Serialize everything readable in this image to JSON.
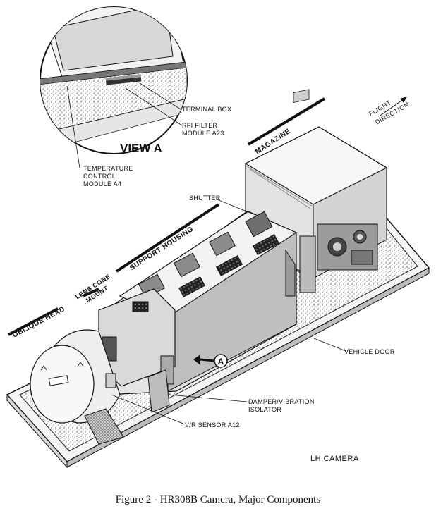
{
  "figure": {
    "caption": "Figure 2 - HR308B Camera, Major Components",
    "view_title": "VIEW A",
    "camera_side": "LH CAMERA",
    "marker": "A"
  },
  "callouts": {
    "terminal_box": "TERMINAL BOX",
    "rfi_filter_1": "RFI FILTER",
    "rfi_filter_2": "MODULE A23",
    "temp_control_1": "TEMPERATURE",
    "temp_control_2": "CONTROL",
    "temp_control_3": "MODULE A4",
    "shutter": "SHUTTER",
    "vehicle_door": "VEHICLE DOOR",
    "damper_1": "DAMPER/VIBRATION",
    "damper_2": "ISOLATOR",
    "vr_sensor": "V/R SENSOR A12"
  },
  "sections": {
    "magazine": "MAGAZINE",
    "flight_1": "FLIGHT",
    "flight_2": "DIRECTION",
    "support_housing": "SUPPORT HOUSING",
    "lens_cone_1": "LENS CONE",
    "lens_cone_2": "MOUNT",
    "oblique_head": "OBLIQUE HEAD"
  }
}
